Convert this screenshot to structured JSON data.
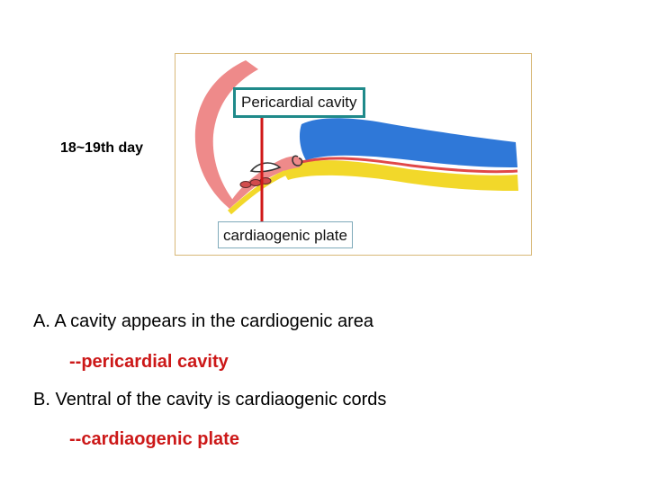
{
  "diagram": {
    "day_label": "18~19th day",
    "pericardial_label": "Pericardial cavity",
    "plate_label": "cardiaogenic plate"
  },
  "notes": {
    "a_text": "A.  A cavity appears in the cardiogenic area",
    "a_term": "--pericardial cavity",
    "b_text": "B. Ventral of the cavity is cardiaogenic cords",
    "b_term": "--cardiaogenic plate"
  },
  "colors": {
    "ectoderm_blue": "#2f78d8",
    "endoderm_yellow": "#f2d82a",
    "mesoderm_red": "#e04848",
    "tissue_pink": "#ee8a8a",
    "callout_line": "#d01818",
    "term_red": "#cc1818",
    "frame_teal": "#1f8a8a"
  }
}
